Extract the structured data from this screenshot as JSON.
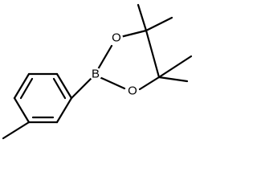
{
  "molecule": {
    "atoms": {
      "boron": "B",
      "oxygen_top": "O",
      "oxygen_bottom": "O"
    }
  }
}
